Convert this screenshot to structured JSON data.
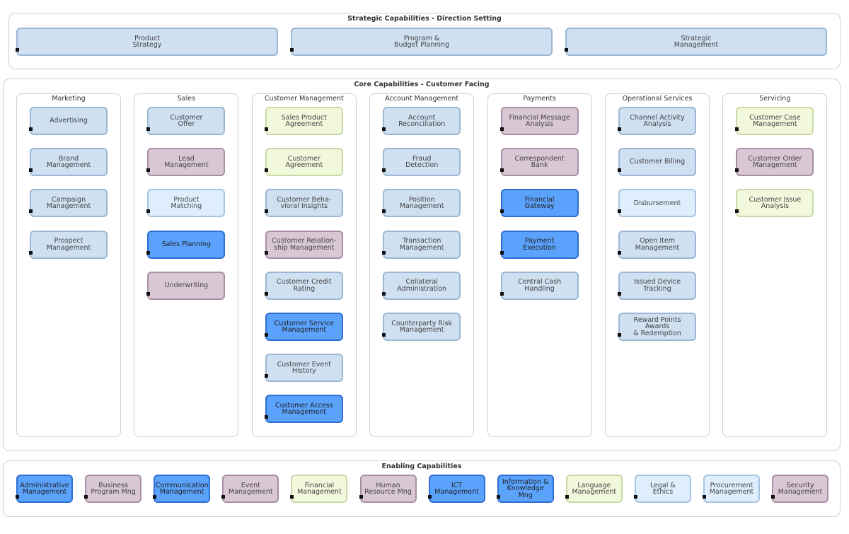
{
  "strategic": {
    "title": "Strategic Capabilities - Direction Setting",
    "items": [
      {
        "label": "Product\nStrategy",
        "color": "c-lb"
      },
      {
        "label": "Program &\nBudget Planning",
        "color": "c-lb"
      },
      {
        "label": "Strategic\nManagement",
        "color": "c-lb"
      }
    ]
  },
  "core": {
    "title": "Core Capabilities - Customer Facing",
    "columns": [
      {
        "title": "Marketing",
        "items": [
          {
            "label": "Advertising",
            "color": "c-lb"
          },
          {
            "label": "Brand\nManagement",
            "color": "c-lb"
          },
          {
            "label": "Campaign\nManagement",
            "color": "c-lb"
          },
          {
            "label": "Prospect\nManagement",
            "color": "c-lb"
          }
        ]
      },
      {
        "title": "Sales",
        "items": [
          {
            "label": "Customer\nOffer",
            "color": "c-lb"
          },
          {
            "label": "Lead\nManagement",
            "color": "c-mv"
          },
          {
            "label": "Product\nMatching",
            "color": "c-xb"
          },
          {
            "label": "Sales Planning",
            "color": "c-bl"
          },
          {
            "label": "Underwriting",
            "color": "c-mv"
          }
        ]
      },
      {
        "title": "Customer Management",
        "items": [
          {
            "label": "Sales Product\nAgreement",
            "color": "c-gr"
          },
          {
            "label": "Customer\nAgreement",
            "color": "c-gr"
          },
          {
            "label": "Customer Beha-\nvioral Insights",
            "color": "c-lb"
          },
          {
            "label": "Customer Relation-\nship Management",
            "color": "c-mv"
          },
          {
            "label": "Customer Credit\nRating",
            "color": "c-lb"
          },
          {
            "label": "Customer Service\nManagement",
            "color": "c-bl"
          },
          {
            "label": "Customer Event\nHistory",
            "color": "c-lb"
          },
          {
            "label": "Customer Access\nManagement",
            "color": "c-bl"
          }
        ]
      },
      {
        "title": "Account Management",
        "items": [
          {
            "label": "Account\nReconciliation",
            "color": "c-lb"
          },
          {
            "label": "Fraud\nDetection",
            "color": "c-lb"
          },
          {
            "label": "Position\nManagement",
            "color": "c-lb"
          },
          {
            "label": "Transaction\nManagement",
            "color": "c-lb"
          },
          {
            "label": "Collateral\nAdministration",
            "color": "c-lb"
          },
          {
            "label": "Counterparty Risk\nManagement",
            "color": "c-lb"
          }
        ]
      },
      {
        "title": "Payments",
        "items": [
          {
            "label": "Financial Message\nAnalysis",
            "color": "c-mv"
          },
          {
            "label": "Correspondent\nBank",
            "color": "c-mv"
          },
          {
            "label": "Financial\nGateway",
            "color": "c-bl"
          },
          {
            "label": "Payment\nExecution",
            "color": "c-bl"
          },
          {
            "label": "Central Cash\nHandling",
            "color": "c-lb"
          }
        ]
      },
      {
        "title": "Operational Services",
        "items": [
          {
            "label": "Channel Activity\nAnalysis",
            "color": "c-lb"
          },
          {
            "label": "Customer Billing",
            "color": "c-lb"
          },
          {
            "label": "Disbursement",
            "color": "c-xb"
          },
          {
            "label": "Open Item\nManagement",
            "color": "c-lb"
          },
          {
            "label": "Issued Device\nTracking",
            "color": "c-lb"
          },
          {
            "label": "Reward Points Awards\n& Redemption",
            "color": "c-lb"
          }
        ]
      },
      {
        "title": "Servicing",
        "items": [
          {
            "label": "Customer Case\nManagement",
            "color": "c-gr"
          },
          {
            "label": "Customer Order\nManagement",
            "color": "c-mv"
          },
          {
            "label": "Customer Issue\nAnalysis",
            "color": "c-gr"
          }
        ]
      }
    ]
  },
  "enabling": {
    "title": "Enabling Capabilities",
    "items": [
      {
        "label": "Administrative\nManagement",
        "color": "c-bl"
      },
      {
        "label": "Business\nProgram Mng",
        "color": "c-mv"
      },
      {
        "label": "Communication\nManagement",
        "color": "c-bl"
      },
      {
        "label": "Event\nManagement",
        "color": "c-mv"
      },
      {
        "label": "Financial\nManagement",
        "color": "c-gr"
      },
      {
        "label": "Human\nResource Mng",
        "color": "c-mv"
      },
      {
        "label": "ICT\nManagement",
        "color": "c-bl"
      },
      {
        "label": "Information &\nKnowledge Mng",
        "color": "c-bl"
      },
      {
        "label": "Language\nManagement",
        "color": "c-gr"
      },
      {
        "label": "Legal &\nEthics",
        "color": "c-xb"
      },
      {
        "label": "Procurement\nManagement",
        "color": "c-xb"
      },
      {
        "label": "Security\nManagement",
        "color": "c-mv"
      }
    ]
  }
}
